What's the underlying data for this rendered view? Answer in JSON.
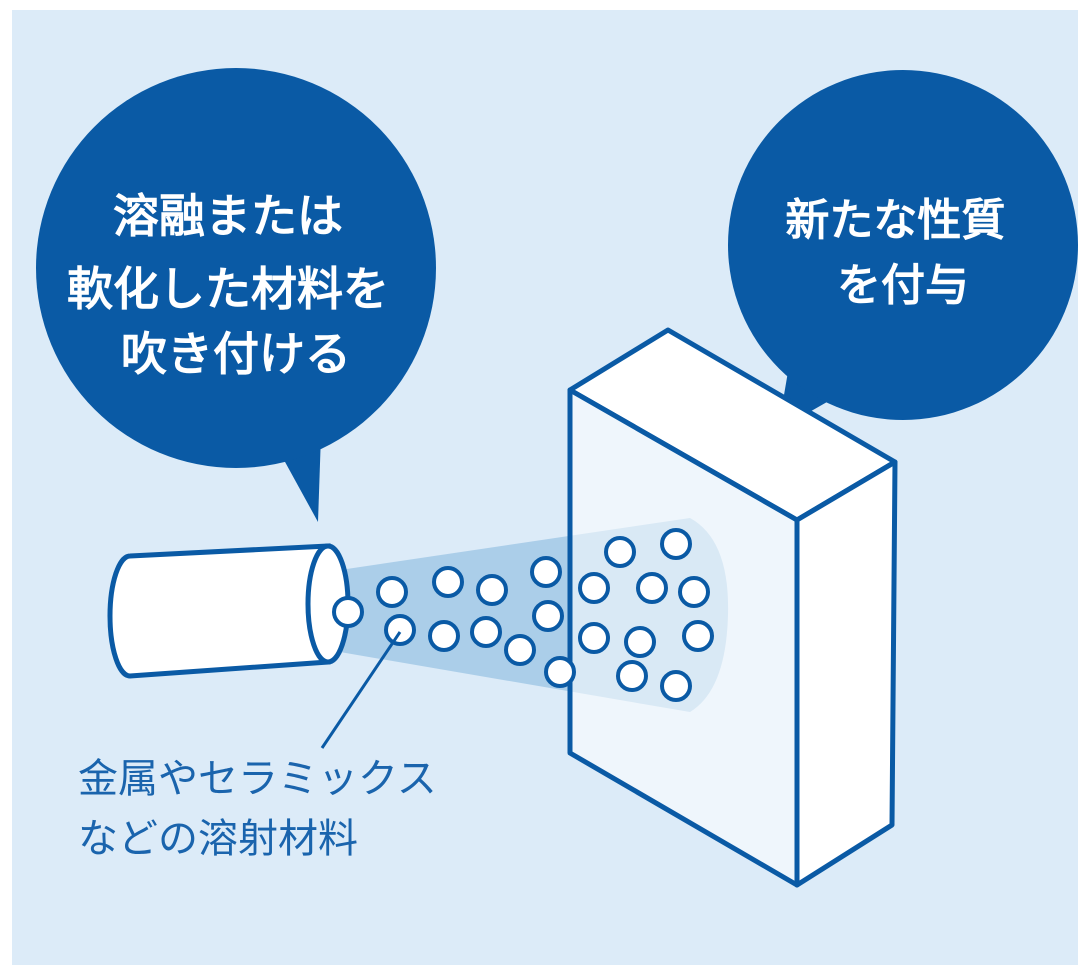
{
  "bubble_left": {
    "lines": [
      "溶融または",
      "軟化した材料を",
      "吹き付ける"
    ]
  },
  "bubble_right": {
    "lines": [
      "新たな性質",
      "を付与"
    ]
  },
  "particle_label": {
    "lines": [
      "金属やセラミックス",
      "などの溶射材料"
    ]
  },
  "colors": {
    "background": "#dcebf8",
    "primary": "#0a5aa5",
    "spray": "#9bc4e4",
    "surface": "#ffffff"
  }
}
